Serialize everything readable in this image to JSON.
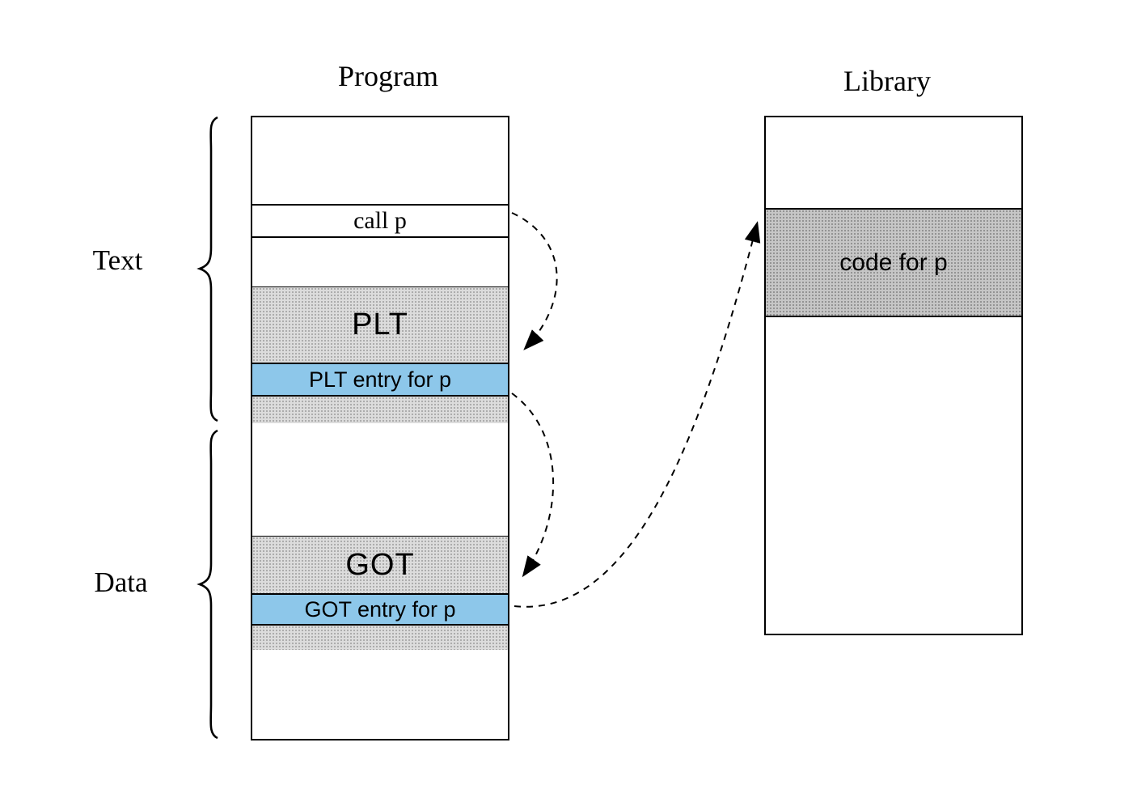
{
  "titles": {
    "program": "Program",
    "library": "Library"
  },
  "segment_labels": {
    "text": "Text",
    "data": "Data"
  },
  "program": {
    "call_label": "call p",
    "plt_label": "PLT",
    "plt_entry_label": "PLT entry for p",
    "got_label": "GOT",
    "got_entry_label": "GOT entry for p"
  },
  "library": {
    "code_label": "code for p"
  },
  "arrows": [
    {
      "name": "call-to-plt-entry",
      "from": "call p",
      "to": "PLT entry for p",
      "style": "dashed"
    },
    {
      "name": "plt-entry-to-got",
      "from": "PLT entry for p",
      "to": "GOT entry for p",
      "style": "dashed"
    },
    {
      "name": "got-entry-to-code",
      "from": "GOT entry for p",
      "to": "code for p",
      "style": "dashed"
    }
  ],
  "colors": {
    "entry_highlight": "#8DC7EA",
    "block_gray": "#DCDCDC",
    "code_gray": "#C6C6C6",
    "outline": "#000000",
    "arrow": "#000000"
  }
}
